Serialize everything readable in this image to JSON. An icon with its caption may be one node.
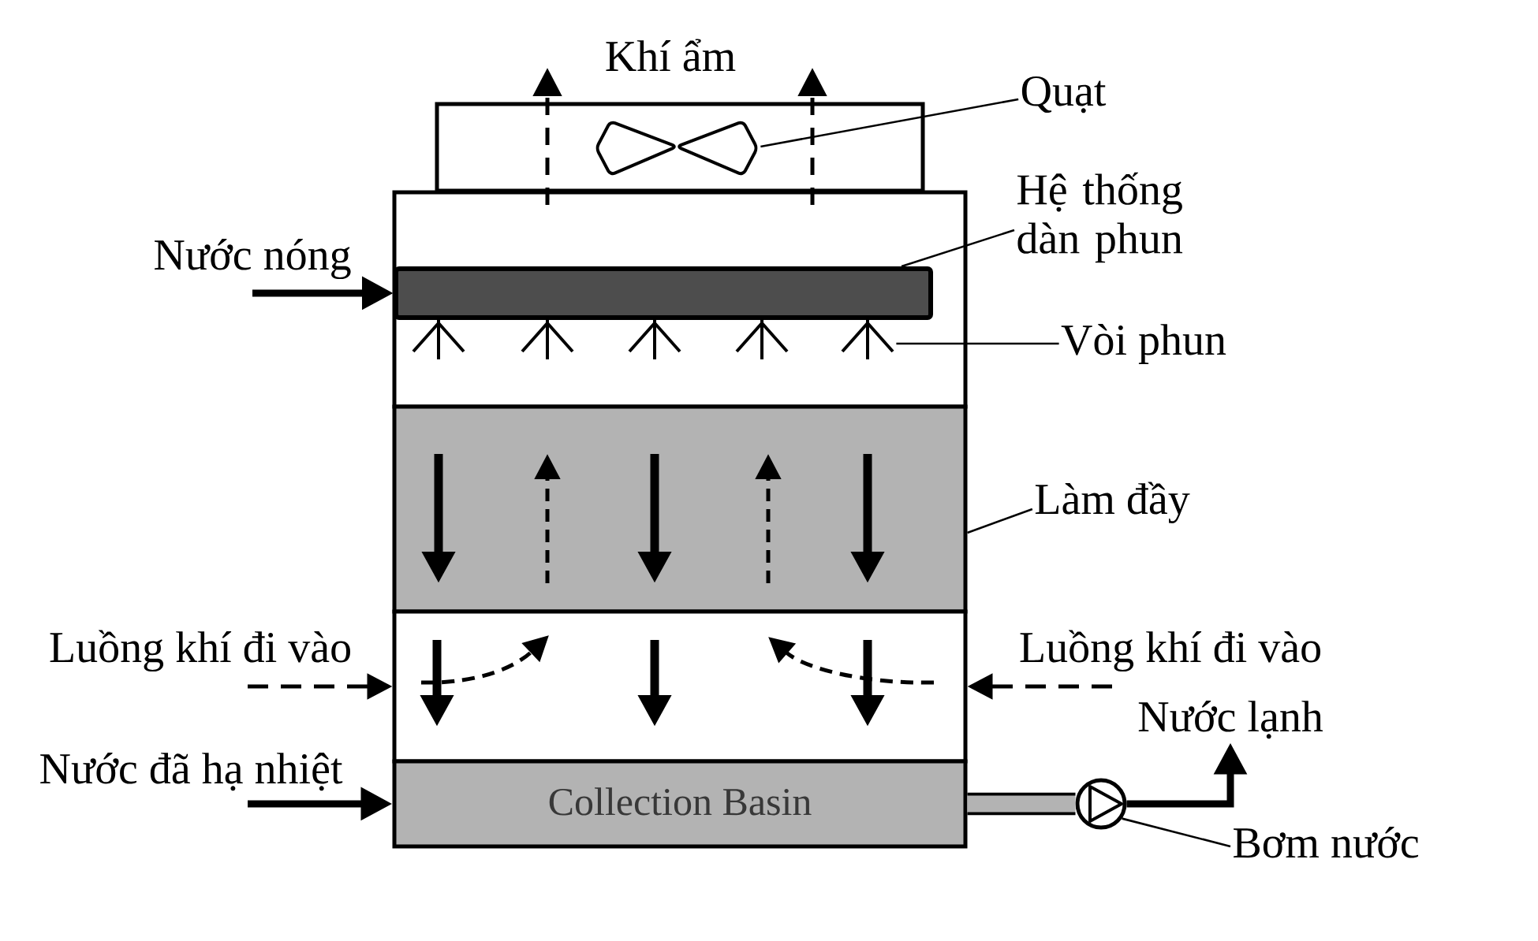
{
  "diagram": {
    "nodes": [
      {
        "text": [],
        "shape": "box"
      },
      {
        "text": [],
        "shape": "picture",
        "in": 0
      },
      {
        "text": [
          "Quạt"
        ]
      },
      {
        "text": [],
        "shape": "box"
      },
      {
        "text": [
          "Hệ thống dàn phun"
        ]
      },
      {
        "text": [
          "Nước nóng"
        ]
      },
      {
        "text": [],
        "shape": "bar",
        "in": 3
      },
      {
        "text": [],
        "shape": "picture",
        "in": 3
      },
      {
        "text": [
          "Vòi phun"
        ]
      },
      {
        "text": [],
        "shape": "box"
      },
      {
        "text": [
          "Làm đầy"
        ]
      },
      {
        "text": [
          "Luồng khí đi vào"
        ]
      },
      {
        "text": [],
        "shape": "box"
      },
      {
        "text": [
          "Luồng khí đi vào"
        ]
      },
      {
        "text": [
          "Nước lạnh"
        ]
      },
      {
        "text": [
          "Nước đã hạ nhiệt"
        ]
      },
      {
        "text": [
          "Collection Basin"
        ]
      },
      {
        "text": [],
        "shape": "circle"
      },
      {
        "text": [
          "Bơm nước"
        ]
      }
    ],
    "edges": [
      {
        "from": 2,
        "to": 1,
        "arrow": "none"
      },
      {
        "from": 4,
        "to": 6,
        "arrow": "none"
      },
      {
        "from": 5,
        "to": 6,
        "arrow": "to",
        "style": "thick"
      },
      {
        "from": 8,
        "to": 7,
        "arrow": "none"
      },
      {
        "from": 10,
        "to": 9,
        "arrow": "none"
      },
      {
        "from": 11,
        "to": 12,
        "arrow": "to",
        "style": "dashed"
      },
      {
        "from": 13,
        "to": 12,
        "arrow": "to",
        "style": "dashed"
      },
      {
        "from": 15,
        "to": 16,
        "arrow": "to",
        "style": "thick"
      },
      {
        "from": 16,
        "to": 17,
        "arrow": "none",
        "style": "thick",
        "color": "#b3b3b3"
      },
      {
        "from": 17,
        "to": 14,
        "arrow": "to",
        "style": "thick"
      },
      {
        "from": 18,
        "to": 17,
        "arrow": "none"
      }
    ],
    "labels": [
      "Khí ẩm"
    ]
  }
}
